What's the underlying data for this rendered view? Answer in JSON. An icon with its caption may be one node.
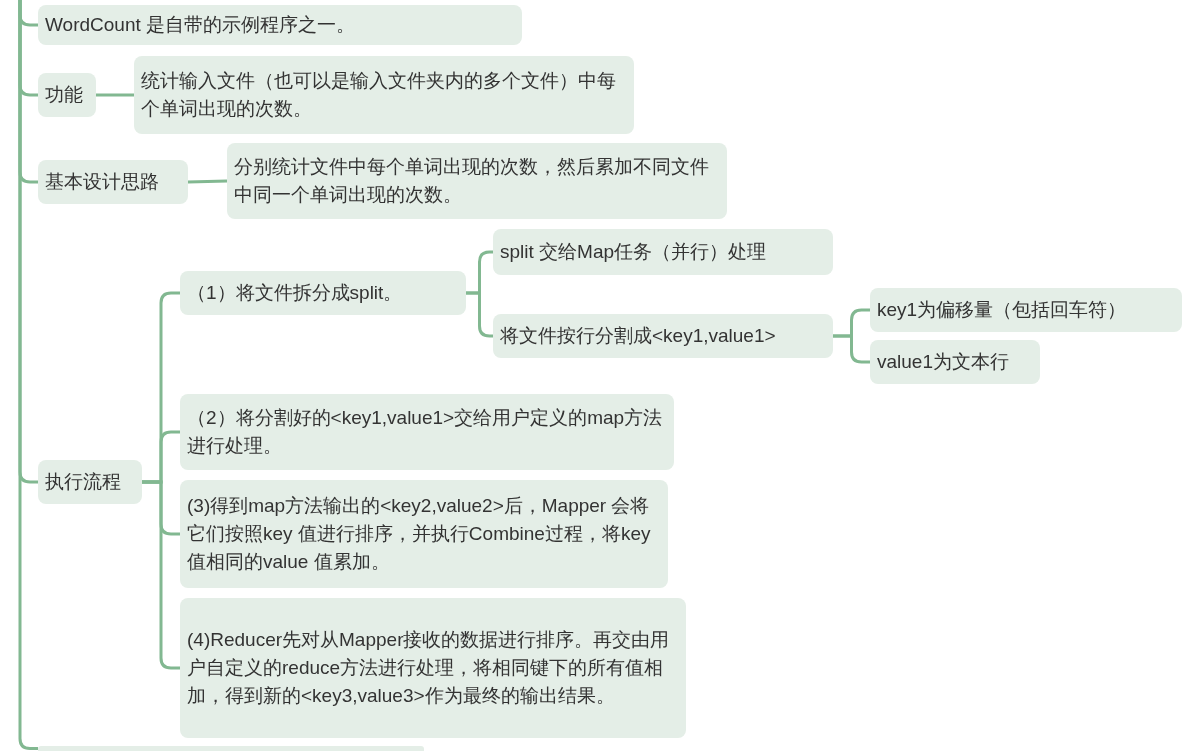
{
  "diagram": {
    "nodes": [
      {
        "text": [
          "WordCount 是自带的示例程序之一。"
        ]
      },
      {
        "text": [
          "功能"
        ]
      },
      {
        "text": [
          "统计输入文件（也可以是输入文件夹内的多个文件）中每个单词出现的次数。"
        ]
      },
      {
        "text": [
          "基本设计思路"
        ]
      },
      {
        "text": [
          "分别统计文件中每个单词出现的次数，然后累加不同文件中同一个单词出现的次数。"
        ]
      },
      {
        "text": [
          "执行流程"
        ]
      },
      {
        "text": [
          "（1）将文件拆分成split。"
        ]
      },
      {
        "text": [
          "split 交给Map任务（并行）处理"
        ]
      },
      {
        "text": [
          "将文件按行分割成<key1,value1>"
        ]
      },
      {
        "text": [
          "key1为偏移量（包括回车符）"
        ]
      },
      {
        "text": [
          "value1为文本行"
        ]
      },
      {
        "text": [
          "（2）将分割好的<key1,value1>交给用户定义的map方法进行处理。"
        ]
      },
      {
        "text": [
          "(3)得到map方法输出的<key2,value2>后，Mapper 会将它们按照key 值进行排序，并执行Combine过程，将key 值相同的value 值累加。"
        ]
      },
      {
        "text": [
          "(4)Reducer先对从Mapper接收的数据进行排序。再交由用户自定义的reduce方法进行处理，将相同键下的所有值相加，得到新的<key3,value3>作为最终的输出结果。"
        ]
      },
      {
        "text": [],
        "shape": "box"
      }
    ],
    "edges": [
      {
        "from": null,
        "to": 0,
        "arrow": "none"
      },
      {
        "from": null,
        "to": 1,
        "arrow": "none"
      },
      {
        "from": 1,
        "to": 2,
        "arrow": "none"
      },
      {
        "from": null,
        "to": 3,
        "arrow": "none"
      },
      {
        "from": 3,
        "to": 4,
        "arrow": "none"
      },
      {
        "from": null,
        "to": 5,
        "arrow": "none"
      },
      {
        "from": 5,
        "to": 6,
        "arrow": "none"
      },
      {
        "from": 6,
        "to": 7,
        "arrow": "none"
      },
      {
        "from": 6,
        "to": 8,
        "arrow": "none"
      },
      {
        "from": 8,
        "to": 9,
        "arrow": "none"
      },
      {
        "from": 8,
        "to": 10,
        "arrow": "none"
      },
      {
        "from": 5,
        "to": 11,
        "arrow": "none"
      },
      {
        "from": 5,
        "to": 12,
        "arrow": "none"
      },
      {
        "from": 5,
        "to": 13,
        "arrow": "none"
      },
      {
        "from": null,
        "to": 14,
        "arrow": "none"
      }
    ]
  }
}
